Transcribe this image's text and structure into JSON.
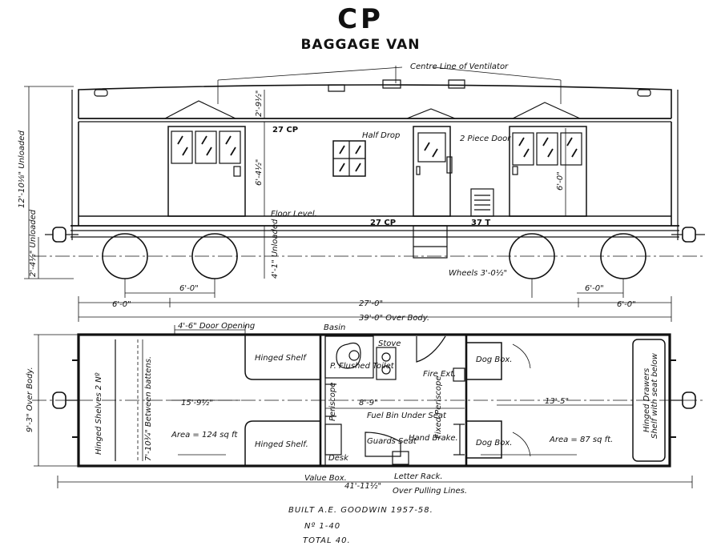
{
  "title": "CP",
  "subtitle": "BAGGAGE VAN",
  "elevation": {
    "centre_line": "Centre Line of Ventilator",
    "half_drop": "Half Drop",
    "two_piece_door": "2 Piece Door",
    "cp_upper": "27 CP",
    "cp_lower": "27 CP",
    "floor_level": "Floor Level.",
    "code_37t": "37 T",
    "wheels": "Wheels 3'-0½\"",
    "height_unloaded": "12'-10⅛\" Unloaded",
    "dim_2_9": "2'-9½\"",
    "dim_6_4": "6'-4½\"",
    "dim_6_0_door": "6'-0\"",
    "dim_4_1": "4'-1\" Unloaded",
    "dim_2_4": "2'-4½\" Unloaded",
    "dim_6_0_a": "6'-0\"",
    "dim_6_0_b": "6'-0\"",
    "dim_6_0_c": "6'-0\"",
    "dim_6_0_d": "6'-0\"",
    "dim_27_0": "27'-0\"",
    "dim_39_0": "39'-0\" Over Body."
  },
  "plan": {
    "door_opening": "4'-6\" Door Opening",
    "basin": "Basin",
    "stove": "Stove",
    "hinged_shelf_top": "Hinged Shelf",
    "hinged_shelf_bottom": "Hinged Shelf.",
    "pflushed_toilet": "P. Flushed Toilet",
    "fire_ext": "Fire Ext.",
    "dog_box_top": "Dog Box.",
    "dog_box_bottom": "Dog Box.",
    "shelf_below": "Shelf with seat below",
    "hinged_drawers": "Hinged Drawers",
    "hinged_shelves": "Hinged Shelves 2 Nº",
    "between_battens": "7'-10¾\" Between battens.",
    "dim_15_9": "15'-9½\"",
    "area_left": "Area = 124 sq ft",
    "dim_8_9": "8'-9\"",
    "periscope": "Periscope",
    "fixed_periscope": "Fixed Periscope",
    "fuel_bin": "Fuel Bin Under Seat",
    "guards_seat": "Guards Seat",
    "hand_brake": "Hand Brake.",
    "desk": "Desk",
    "dim_13_5": "13'-5\"",
    "area_right": "Area = 87 sq ft.",
    "over_body": "9'-3\" Over Body.",
    "value_box": "Value Box.",
    "letter_rack": "Letter Rack.",
    "dim_41_11": "41'-11½\"",
    "over_pulling": "Over Pulling Lines."
  },
  "footer": {
    "built": "BUILT   A.E. GOODWIN   1957-58.",
    "numbers": "Nº 1-40",
    "total": "TOTAL   40."
  }
}
